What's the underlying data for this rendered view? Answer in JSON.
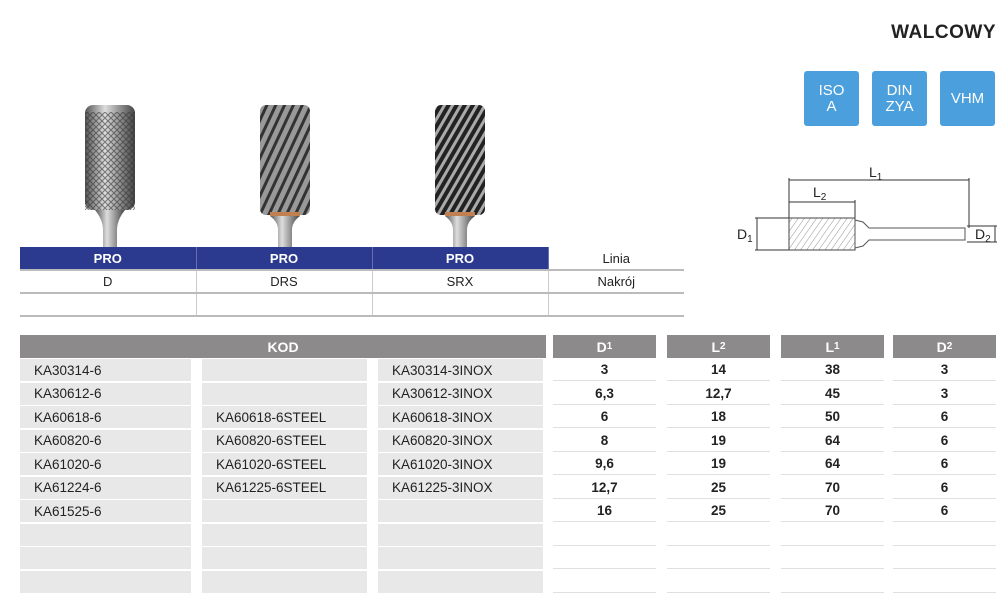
{
  "title": "WALCOWY",
  "badges": [
    {
      "l1": "ISO",
      "l2": "A"
    },
    {
      "l1": "DIN",
      "l2": "ZYA"
    },
    {
      "l1": "VHM",
      "l2": ""
    }
  ],
  "diagram": {
    "L1": "L",
    "L1s": "1",
    "L2": "L",
    "L2s": "2",
    "D1": "D",
    "D1s": "1",
    "D2": "D",
    "D2s": "2"
  },
  "header_table": {
    "line_row": [
      "PRO",
      "PRO",
      "PRO",
      "Linia"
    ],
    "cut_row": [
      "D",
      "DRS",
      "SRX",
      "Nakrój"
    ]
  },
  "code_table": {
    "kod_label": "KOD",
    "dims": [
      {
        "l": "D",
        "s": "1"
      },
      {
        "l": "L",
        "s": "2"
      },
      {
        "l": "L",
        "s": "1"
      },
      {
        "l": "D",
        "s": "2"
      }
    ],
    "rows": [
      [
        "KA30314-6",
        "",
        "KA30314-3INOX",
        "3",
        "14",
        "38",
        "3"
      ],
      [
        "KA30612-6",
        "",
        "KA30612-3INOX",
        "6,3",
        "12,7",
        "45",
        "3"
      ],
      [
        "KA60618-6",
        "KA60618-6STEEL",
        "KA60618-3INOX",
        "6",
        "18",
        "50",
        "6"
      ],
      [
        "KA60820-6",
        "KA60820-6STEEL",
        "KA60820-3INOX",
        "8",
        "19",
        "64",
        "6"
      ],
      [
        "KA61020-6",
        "KA61020-6STEEL",
        "KA61020-3INOX",
        "9,6",
        "19",
        "64",
        "6"
      ],
      [
        "KA61224-6",
        "KA61225-6STEEL",
        "KA61225-3INOX",
        "12,7",
        "25",
        "70",
        "6"
      ],
      [
        "KA61525-6",
        "",
        "",
        "16",
        "25",
        "70",
        "6"
      ],
      [
        "",
        "",
        "",
        "",
        "",
        "",
        ""
      ],
      [
        "",
        "",
        "",
        "",
        "",
        "",
        ""
      ],
      [
        "",
        "",
        "",
        "",
        "",
        "",
        ""
      ]
    ]
  }
}
